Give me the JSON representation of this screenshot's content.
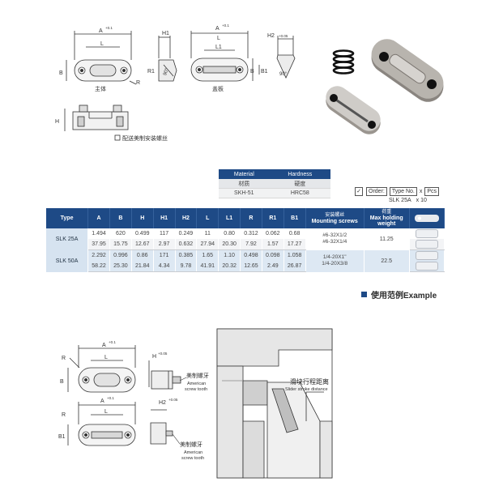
{
  "drawing_top": {
    "main_body_label": "主体",
    "cover_plate_label": "盖板",
    "screw_note": "配送美制安装螺丝",
    "dim_A": "A",
    "tol_plus": "+0.1",
    "tol_zero": "0",
    "dim_L": "L",
    "dim_B": "B",
    "dim_R": "R",
    "dim_H1": "H1",
    "dim_R1": "R1",
    "angle": "90°",
    "dim_L1": "L1",
    "dim_B1": "B1",
    "dim_H2": "H2",
    "tol_005": "+0.05",
    "dim_H": "H"
  },
  "material_table": {
    "headers": [
      "Material",
      "Hardness"
    ],
    "headers_zh": [
      "材质",
      "硬度"
    ],
    "values": [
      "SKH-51",
      "HRC58"
    ]
  },
  "order": {
    "label": "Order:",
    "type_no": "Type No.",
    "times": "x",
    "pcs": "Pcs",
    "example_type": "SLK 25A",
    "example_qty": "x  10"
  },
  "spec_table": {
    "headers": [
      "Type",
      "A",
      "B",
      "H",
      "H1",
      "H2",
      "L",
      "L1",
      "R",
      "R1",
      "B1"
    ],
    "screw_header_zh": "安装螺丝",
    "screw_header_en": "Mounting screws",
    "weight_header_zh": "荷重",
    "weight_header_en": "Max holding weight",
    "rows": [
      {
        "type": "SLK 25A",
        "inch": [
          "1.494",
          "620",
          "0.499",
          "117",
          "0.249",
          "11",
          "0.80",
          "0.312",
          "0.062",
          "0.68"
        ],
        "mm": [
          "37.95",
          "15.75",
          "12.67",
          "2.97",
          "0.632",
          "27.94",
          "20.30",
          "7.92",
          "1.57",
          "17.27"
        ],
        "screw_1": "#6-32X1/2",
        "screw_2": "#6-32X1/4",
        "weight": "11.25"
      },
      {
        "type": "SLK 50A",
        "inch": [
          "2.292",
          "0.996",
          "0.86",
          "171",
          "0.385",
          "1.65",
          "1.10",
          "0.498",
          "0.098",
          "1.058"
        ],
        "mm": [
          "58.22",
          "25.30",
          "21.84",
          "4.34",
          "9.78",
          "41.91",
          "20.32",
          "12.65",
          "2.49",
          "26.87"
        ],
        "screw_1": "1/4-20X1\"",
        "screw_2": "1/4-20X3/8",
        "weight": "22.5"
      }
    ]
  },
  "example": {
    "title": "使用范例Example",
    "american_zh": "美制螺牙",
    "american_en_1": "American",
    "american_en_2": "screw tooth",
    "stroke_zh": "滑块行程距离",
    "stroke_en": "Slider stroke distance"
  },
  "colors": {
    "header_blue": "#1e4a86",
    "row_blue": "#dde8f3",
    "line": "#444444"
  }
}
